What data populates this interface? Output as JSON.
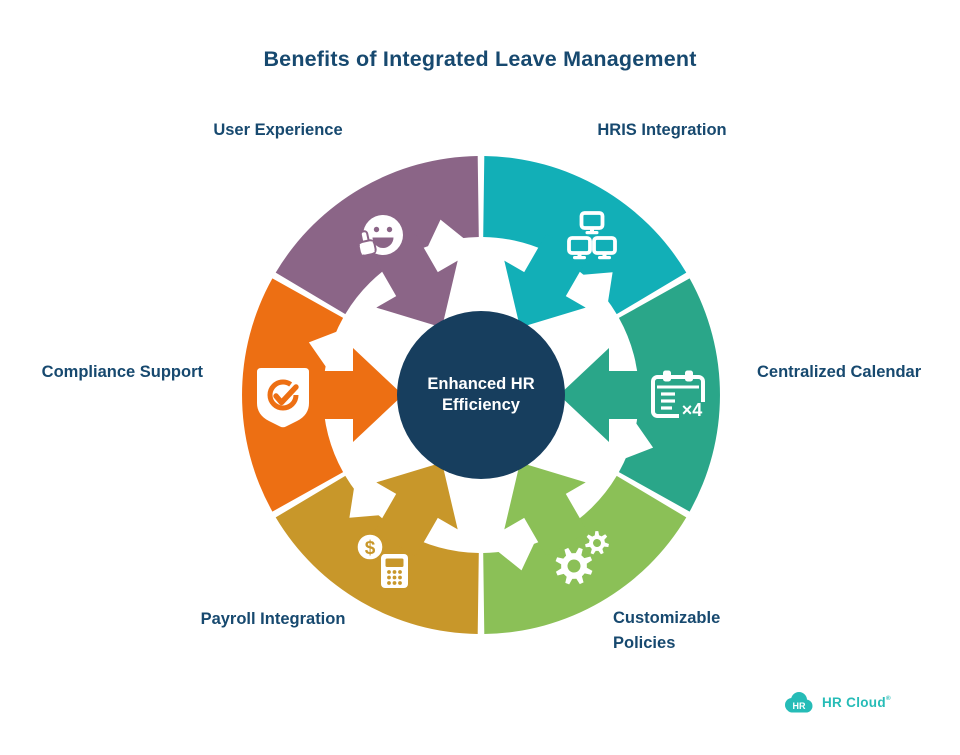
{
  "title": "Benefits of Integrated Leave Management",
  "center": {
    "line1": "Enhanced HR",
    "line2": "Efficiency"
  },
  "colors": {
    "purple": "#8b6587",
    "teal": "#12afb7",
    "tealgreen": "#2aa689",
    "green": "#8bc057",
    "gold": "#c8972a",
    "orange": "#ed6f13",
    "navy": "#173e5e",
    "label": "#17496f",
    "logo": "#26bcb7",
    "background": "#ffffff"
  },
  "diagram": {
    "type": "cycle-wheel",
    "segments": [
      {
        "id": "user-experience",
        "label": "User Experience",
        "color": "#8b6587",
        "mid_angle": 120,
        "icon": "smiley-thumbs-up-icon"
      },
      {
        "id": "hris-integration",
        "label": "HRIS Integration",
        "color": "#12afb7",
        "mid_angle": 60,
        "icon": "network-monitors-icon"
      },
      {
        "id": "compliance-support",
        "label": "Compliance Support",
        "color": "#ed6f13",
        "mid_angle": 180,
        "icon": "shield-check-icon"
      },
      {
        "id": "centralized-calendar",
        "label": "Centralized Calendar",
        "color": "#2aa689",
        "mid_angle": 0,
        "icon": "calendar-x4-icon"
      },
      {
        "id": "payroll-integration",
        "label": "Payroll Integration",
        "color": "#c8972a",
        "mid_angle": 240,
        "icon": "dollar-calculator-icon"
      },
      {
        "id": "customizable-policies",
        "label": "Customizable Policies",
        "color": "#8bc057",
        "mid_angle": 300,
        "icon": "gears-icon"
      }
    ],
    "calendar_icon_text": "×4",
    "coin_symbol": "$"
  },
  "logo": {
    "badge_text": "HR",
    "name": "HR Cloud",
    "mark": "®"
  }
}
